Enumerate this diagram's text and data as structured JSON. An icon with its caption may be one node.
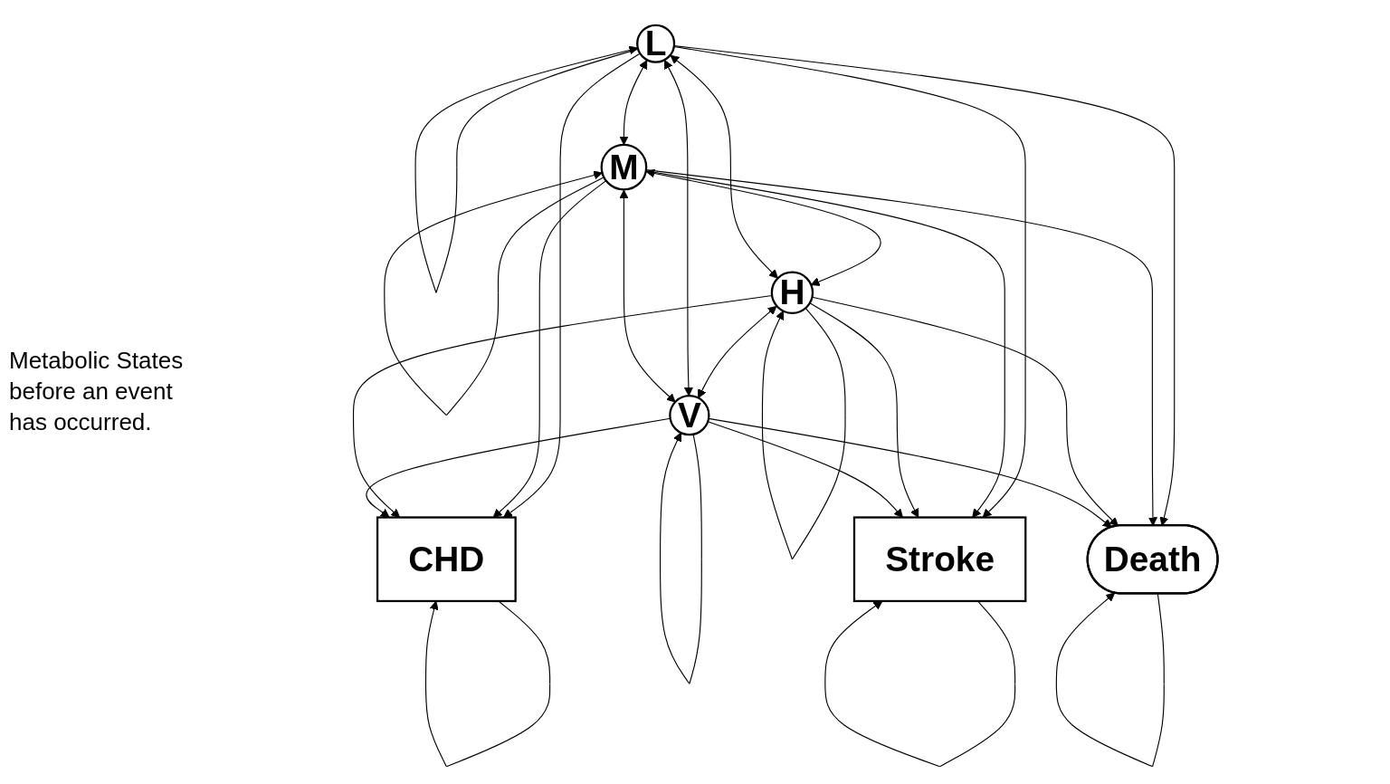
{
  "diagram": {
    "nodes": [
      {
        "text": [
          "CHD"
        ]
      },
      {
        "text": [
          "Stroke"
        ]
      },
      {
        "text": [
          "L"
        ]
      },
      {
        "text": [
          "M"
        ]
      },
      {
        "text": [
          "H"
        ]
      },
      {
        "text": [
          "V"
        ]
      },
      {
        "text": [
          "Death"
        ]
      }
    ],
    "edges": [
      {
        "from": 0,
        "to": 0,
        "arrow": "to"
      },
      {
        "from": 1,
        "to": 1,
        "arrow": "to"
      },
      {
        "from": 2,
        "to": 0,
        "arrow": "to"
      },
      {
        "from": 3,
        "to": 0,
        "arrow": "to"
      },
      {
        "from": 4,
        "to": 0,
        "arrow": "to"
      },
      {
        "from": 5,
        "to": 0,
        "arrow": "to"
      },
      {
        "from": 2,
        "to": 1,
        "arrow": "to"
      },
      {
        "from": 3,
        "to": 1,
        "arrow": "to"
      },
      {
        "from": 4,
        "to": 1,
        "arrow": "to"
      },
      {
        "from": 5,
        "to": 1,
        "arrow": "to"
      },
      {
        "from": 2,
        "to": 3,
        "arrow": "both"
      },
      {
        "from": 3,
        "to": 4,
        "arrow": "both"
      },
      {
        "from": 4,
        "to": 5,
        "arrow": "both"
      },
      {
        "from": 2,
        "to": 2,
        "arrow": "to"
      },
      {
        "from": 3,
        "to": 3,
        "arrow": "to"
      },
      {
        "from": 4,
        "to": 4,
        "arrow": "to"
      },
      {
        "from": 5,
        "to": 5,
        "arrow": "to"
      },
      {
        "from": 2,
        "to": 4,
        "arrow": "both"
      },
      {
        "from": 2,
        "to": 5,
        "arrow": "both"
      },
      {
        "from": 3,
        "to": 5,
        "arrow": "both"
      },
      {
        "from": 2,
        "to": 6,
        "arrow": "to"
      },
      {
        "from": 3,
        "to": 6,
        "arrow": "to"
      },
      {
        "from": 4,
        "to": 6,
        "arrow": "to"
      },
      {
        "from": 5,
        "to": 6,
        "arrow": "to"
      },
      {
        "from": 6,
        "to": 6,
        "arrow": "to"
      }
    ],
    "labels": [
      "Metabolic States before an event has occurred."
    ]
  }
}
